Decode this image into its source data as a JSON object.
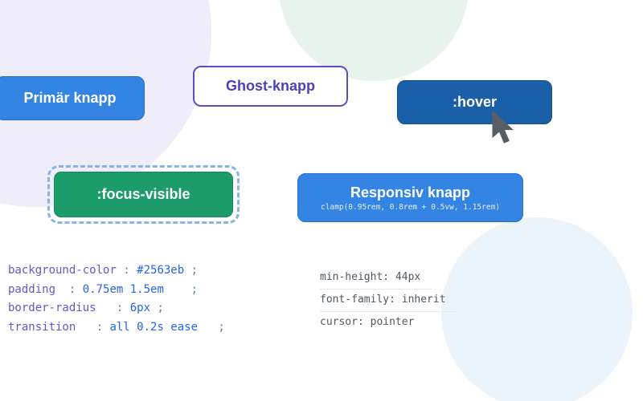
{
  "background": {
    "circles": [
      {
        "name": "lavender-circle",
        "color": "#efedf9"
      },
      {
        "name": "mint-circle",
        "color": "#e7f3ec"
      },
      {
        "name": "blue-circle",
        "color": "#ecf4fb"
      }
    ]
  },
  "buttons": {
    "primary": {
      "label": "Primär knapp",
      "bg": "#3384e3",
      "text_color": "#ffffff"
    },
    "ghost": {
      "label": "Ghost-knapp",
      "bg": "#ffffff",
      "text_color": "#4c40bb",
      "border_color": "#5a50c2"
    },
    "hover": {
      "label": ":hover",
      "bg": "#1a5fa8",
      "text_color": "#ffffff"
    },
    "focus": {
      "label": ":focus-visible",
      "bg": "#1d9c6b",
      "text_color": "#ffffff",
      "ring_color": "#8ab3e6"
    },
    "responsive": {
      "label": "Responsiv knapp",
      "sublabel": "clamp(0.95rem, 0.8rem + 0.5vw, 1.15rem)",
      "bg": "#3384e3",
      "text_color": "#ffffff"
    }
  },
  "css_snippet": {
    "prop_color": "#6458c8",
    "value_color": "#2563eb",
    "punct_color": "#5b7a9e",
    "lines": [
      {
        "prop": "background-color",
        "sep": " : ",
        "value": "#2563eb",
        "end": " ;"
      },
      {
        "prop": "padding",
        "sep": "  : ",
        "value": "0.75em 1.5em",
        "end": "    ;"
      },
      {
        "prop": "border-radius",
        "sep": "   : ",
        "value": "6px",
        "end": " ;"
      },
      {
        "prop": "transition",
        "sep": "   : ",
        "value": "all 0.2s ease",
        "end": "   ;"
      }
    ]
  },
  "a11y_snippet": {
    "text_color": "#4f5861",
    "lines": [
      "min-height: 44px",
      "font-family: inherit",
      "cursor: pointer"
    ]
  },
  "icons": {
    "cursor": {
      "name": "cursor-arrow-icon",
      "color": "#595e64"
    }
  }
}
